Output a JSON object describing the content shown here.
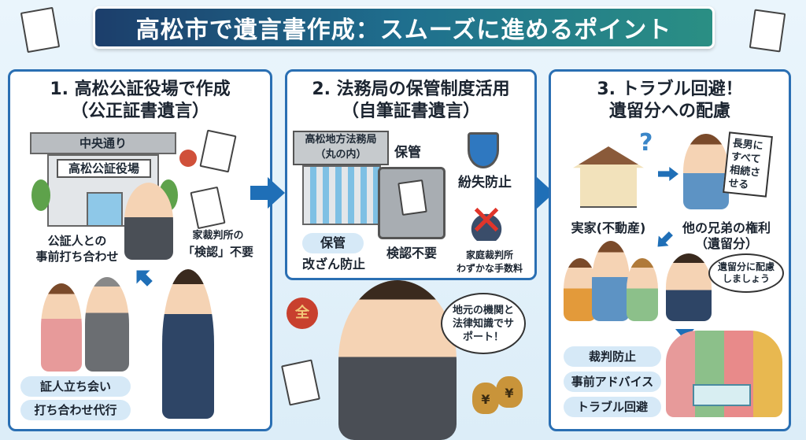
{
  "title": "高松市で遺言書作成：スムーズに進めるポイント",
  "panel1": {
    "heading_line1": "1. 高松公証役場で作成",
    "heading_line2": "（公正証書遺言）",
    "street_sign": "中央通り",
    "building_sign": "高松公証役場",
    "meeting_label_line1": "公証人との",
    "meeting_label_line2": "事前打ち合わせ",
    "court_label_line1": "家裁判所の",
    "court_label_line2": "「検認」不要",
    "pills": [
      "証人立ち会い",
      "打ち合わせ代行"
    ]
  },
  "panel2": {
    "heading_line1": "2. 法務局の保管制度活用",
    "heading_line2": "（自筆証書遺言）",
    "building_sign_line1": "高松地方法務局",
    "building_sign_line2": "（丸の内）",
    "storage_label": "保管",
    "loss_label": "紛失防止",
    "pill": "保管",
    "tamper_label": "改ざん防止",
    "no_probate_label": "検認不要",
    "court_label_line1": "家庭裁判所",
    "court_label_line2": "わずかな手数料"
  },
  "panel3": {
    "heading_line1": "3. トラブル回避！",
    "heading_line2": "遺留分への配慮",
    "house_label": "実家(不動産)",
    "sign_text": "長男にすべて相続させる",
    "rights_label_line1": "他の兄弟の権利",
    "rights_label_line2": "（遺留分）",
    "advisor_bubble": "遺留分に配慮しましょう",
    "pills": [
      "裁判防止",
      "事前アドバイス",
      "トラブル回避"
    ]
  },
  "center": {
    "bubble": "地元の機関と法律知識でサポート！",
    "seal_text": "全"
  },
  "colors": {
    "accent": "#2a6fb3",
    "pill": "#d6e9f7"
  }
}
